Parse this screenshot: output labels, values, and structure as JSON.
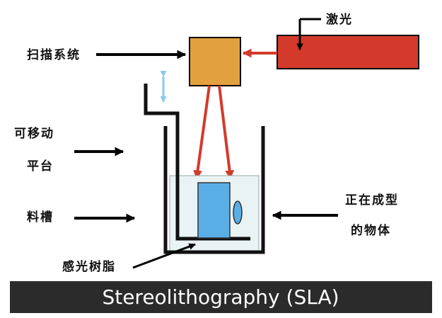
{
  "labels": {
    "laser": "激光",
    "scanning_system": "扫描系统",
    "platform_line1": "可移动",
    "platform_line2": "平台",
    "tank": "料槽",
    "object_line1": "正在成型",
    "object_line2": "的物体",
    "resin": "感光树脂"
  },
  "banner": {
    "title": "Stereolithography (SLA)"
  },
  "colors": {
    "laser_body": "#d33a2c",
    "scanner_box": "#e2a03e",
    "beam": "#d33a2c",
    "platform_arrow": "#8cc8ee",
    "object": "#5aaee6",
    "resin_fill": "#e9f3f3",
    "banner_bg": "#2b2b2b"
  }
}
